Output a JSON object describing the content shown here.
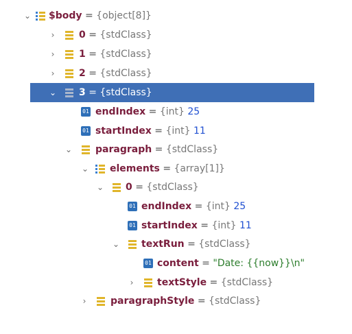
{
  "tree": {
    "root": {
      "name": "$body",
      "eq": " = ",
      "type": "{object[8]}"
    },
    "item0": {
      "name": "0",
      "eq": " = ",
      "type": "{stdClass}"
    },
    "item1": {
      "name": "1",
      "eq": " = ",
      "type": "{stdClass}"
    },
    "item2": {
      "name": "2",
      "eq": " = ",
      "type": "{stdClass}"
    },
    "item3": {
      "name": "3",
      "eq": " = ",
      "type": "{stdClass}"
    },
    "endIndex": {
      "name": "endIndex",
      "eq": " = ",
      "type": "{int} ",
      "value": "25"
    },
    "startIndex": {
      "name": "startIndex",
      "eq": " = ",
      "type": "{int} ",
      "value": "11"
    },
    "paragraph": {
      "name": "paragraph",
      "eq": " = ",
      "type": "{stdClass}"
    },
    "elements": {
      "name": "elements",
      "eq": " = ",
      "type": "{array[1]}"
    },
    "el0": {
      "name": "0",
      "eq": " = ",
      "type": "{stdClass}"
    },
    "el0_endIndex": {
      "name": "endIndex",
      "eq": " = ",
      "type": "{int} ",
      "value": "25"
    },
    "el0_startIndex": {
      "name": "startIndex",
      "eq": " = ",
      "type": "{int} ",
      "value": "11"
    },
    "textRun": {
      "name": "textRun",
      "eq": " = ",
      "type": "{stdClass}"
    },
    "content": {
      "name": "content",
      "eq": " = ",
      "value": "\"Date: {{now}}\\n\""
    },
    "textStyle": {
      "name": "textStyle",
      "eq": " = ",
      "type": "{stdClass}"
    },
    "paragraphStyle": {
      "name": "paragraphStyle",
      "eq": " = ",
      "type": "{stdClass}"
    }
  },
  "icons": {
    "expanded": "chevron-down-icon",
    "collapsed": "chevron-right-icon",
    "object": "object-icon",
    "array": "array-icon",
    "int": "int-icon"
  },
  "colors": {
    "selection": "#3f6fb6",
    "name": "#7a1e3d",
    "number": "#1f4fd1",
    "string": "#2c7d2c"
  },
  "int_icon_text": "01"
}
